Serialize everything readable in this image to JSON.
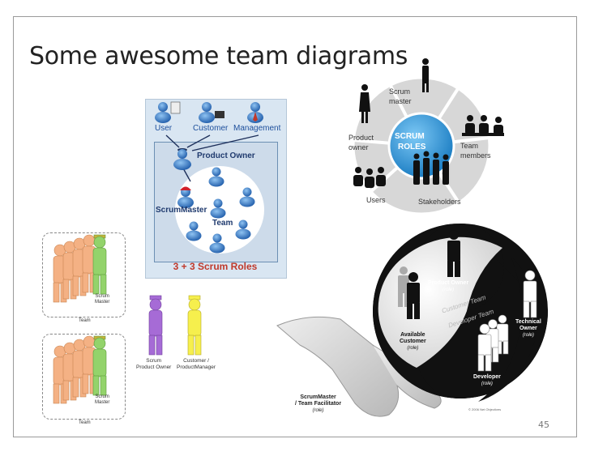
{
  "slide": {
    "title": "Some awesome team diagrams",
    "page_number": "45"
  },
  "panel_a": {
    "labels": {
      "user": "User",
      "customer": "Customer",
      "management": "Management",
      "product_owner": "Product Owner",
      "scrum_master": "ScrumMaster",
      "team": "Team"
    },
    "caption": "3 + 3 Scrum Roles"
  },
  "panel_b": {
    "center": "SCRUM ROLES",
    "center_line1": "SCRUM",
    "center_line2": "ROLES",
    "segments": {
      "scrum_master_1": "Scrum",
      "scrum_master_2": "master",
      "product_owner_1": "Product",
      "product_owner_2": "owner",
      "team_members_1": "Team",
      "team_members_2": "members",
      "users": "Users",
      "stakeholders": "Stakeholders"
    },
    "colors": {
      "ring": "#cfcfcf",
      "center": "#2b95d6"
    }
  },
  "panel_c": {
    "scrum_master_1": "Scrum",
    "scrum_master_2": "Master",
    "team": "Team"
  },
  "panel_d": {
    "scrum_1": "Scrum",
    "product_owner": "Product Owner",
    "customer": "Customer /",
    "product_manager": "ProductManager"
  },
  "panel_e": {
    "product_owner": "Product Owner",
    "product_owner_role": "(role)",
    "available_1": "Available",
    "available_2": "Customer",
    "available_role": "(role)",
    "technical_1": "Technical",
    "technical_2": "Owner",
    "technical_role": "(role)",
    "developer": "Developer",
    "developer_role": "(role)",
    "customer_team": "Customer Team",
    "developer_team": "Developer Team",
    "scrummaster_1": "ScrumMaster",
    "scrummaster_2": "/ Team Facilitator",
    "scrummaster_role": "(role)",
    "copyright": "© 2006 Net Objectives"
  }
}
